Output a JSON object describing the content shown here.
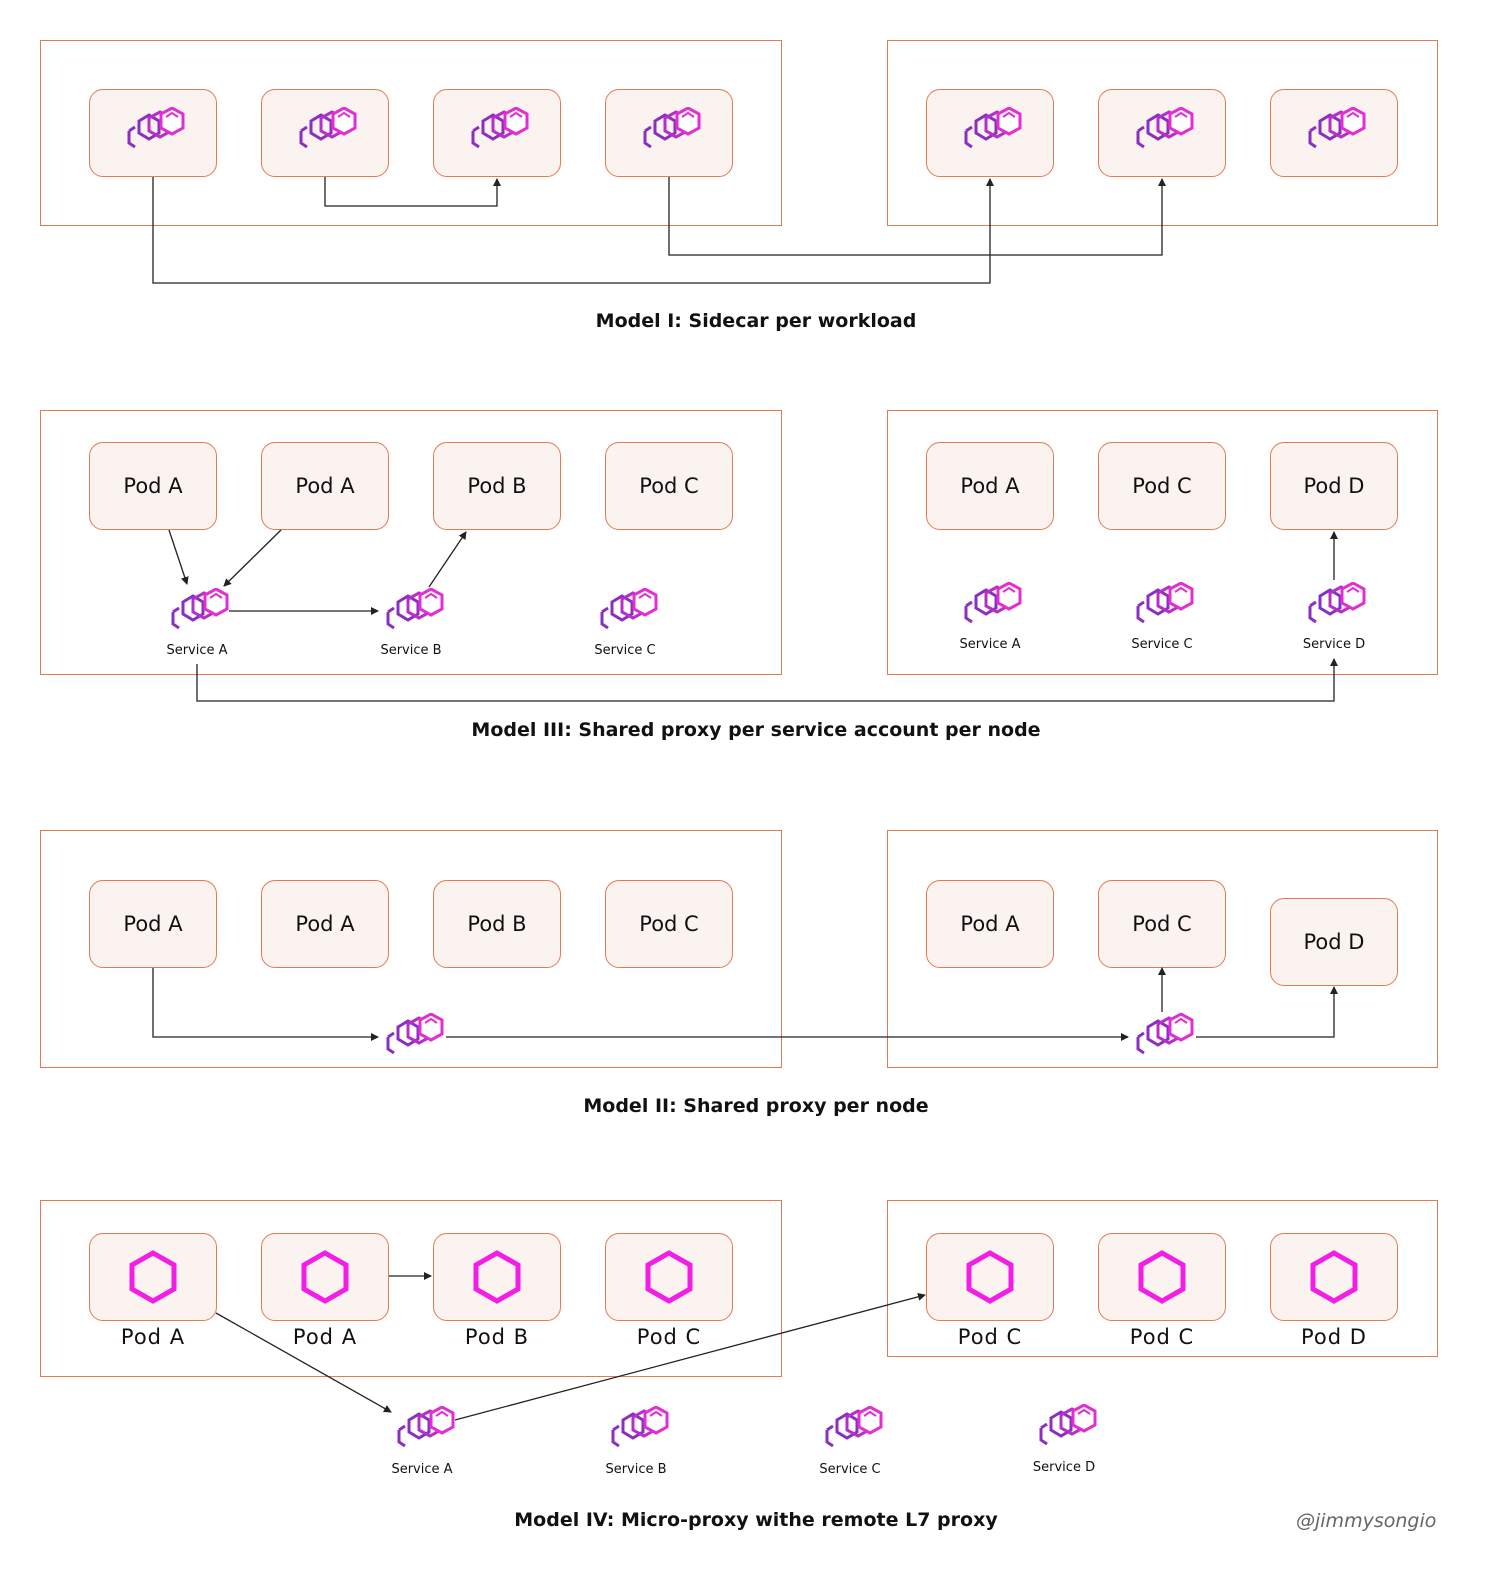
{
  "colors": {
    "border": "#e57a52",
    "pod_fill": "#faf3f0",
    "envoy_magenta": "#e12fd3",
    "envoy_purple": "#7b2fbe",
    "arrow": "#222222"
  },
  "model1": {
    "title": "Model I: Sidecar per workload"
  },
  "model3": {
    "title": "Model III: Shared proxy per service account per node",
    "node1_pods": [
      "Pod A",
      "Pod A",
      "Pod B",
      "Pod C"
    ],
    "node2_pods": [
      "Pod A",
      "Pod C",
      "Pod D"
    ],
    "node1_services": [
      "Service A",
      "Service B",
      "Service C"
    ],
    "node2_services": [
      "Service A",
      "Service C",
      "Service D"
    ]
  },
  "model2": {
    "title": "Model II: Shared proxy per node",
    "node1_pods": [
      "Pod A",
      "Pod A",
      "Pod B",
      "Pod C"
    ],
    "node2_pods": [
      "Pod A",
      "Pod C",
      "Pod D"
    ]
  },
  "model4": {
    "title": "Model IV: Micro-proxy withe remote L7 proxy",
    "node1_pods": [
      "Pod  A",
      "Pod  A",
      "Pod  B",
      "Pod  C"
    ],
    "node2_pods": [
      "Pod  C",
      "Pod  C",
      "Pod  D"
    ],
    "services": [
      "Service A",
      "Service B",
      "Service C",
      "Service D"
    ]
  },
  "watermark": "@jimmysongio"
}
